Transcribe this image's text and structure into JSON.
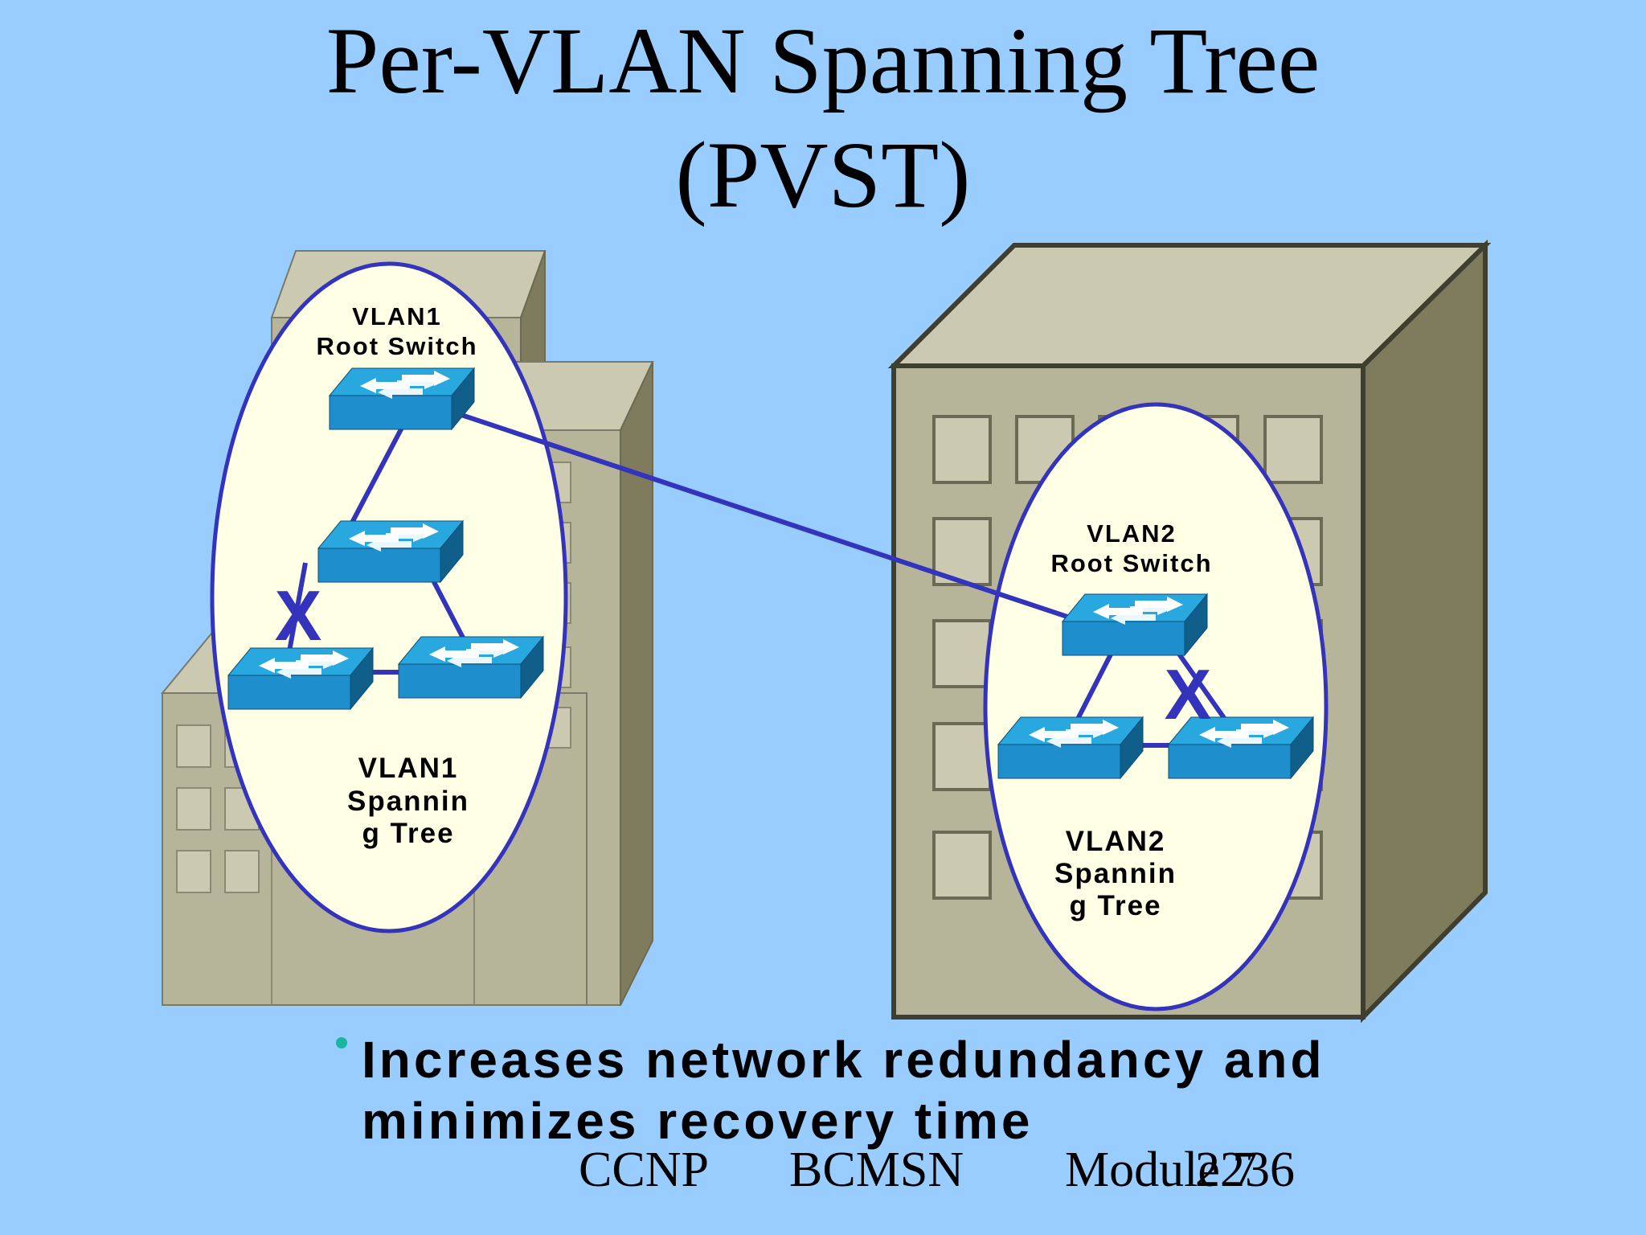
{
  "title": {
    "line1": "Per-VLAN Spanning Tree",
    "line2": "(PVST)"
  },
  "diagram": {
    "left": {
      "root_label_line1": "VLAN1",
      "root_label_line2": "Root Switch",
      "tree_label_line1": "VLAN1",
      "tree_label_line2": "Spannin",
      "tree_label_line3": "g Tree",
      "blocked_mark": "X"
    },
    "right": {
      "root_label_line1": "VLAN2",
      "root_label_line2": "Root Switch",
      "tree_label_line1": "VLAN2",
      "tree_label_line2": "Spannin",
      "tree_label_line3": "g Tree",
      "blocked_mark": "X"
    },
    "colors": {
      "background": "#99ccff",
      "oval_fill": "#ffffe6",
      "oval_stroke": "#3333bb",
      "link": "#3333bb",
      "switch_top": "#29a8e0",
      "switch_front": "#1f8ecc",
      "switch_side": "#0f5f8a",
      "building_front": "#b6b59a",
      "building_top": "#cbc9b0",
      "building_side": "#7f7c5d"
    },
    "icons": [
      "switch-icon",
      "building-icon"
    ]
  },
  "bullet": {
    "text": "Increases network redundancy and\nminimizes recovery time"
  },
  "footer": {
    "course": "CCNP",
    "exam": "BCMSN",
    "module": "Module 7",
    "page": "2236"
  }
}
